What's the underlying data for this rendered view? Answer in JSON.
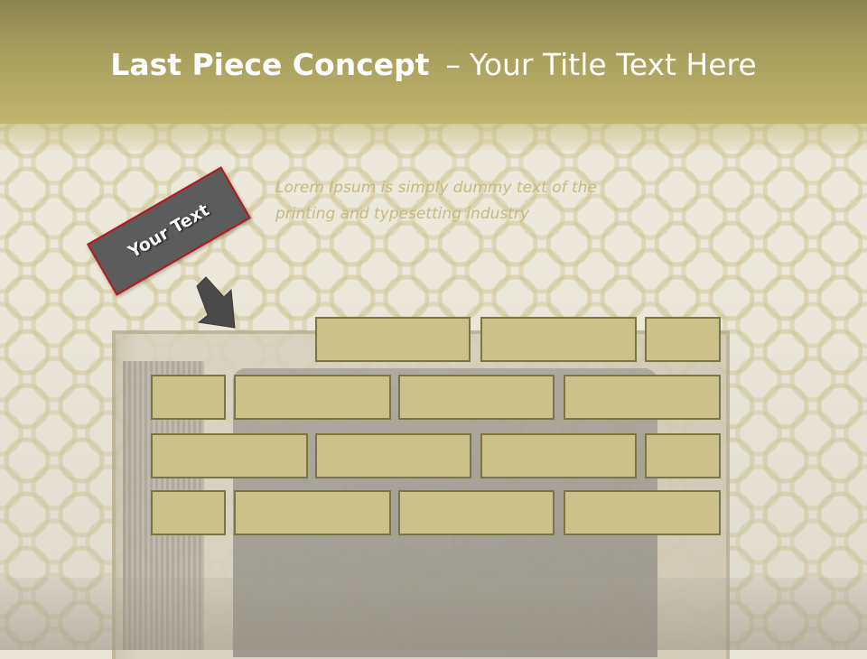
{
  "slide": {
    "title_bold": "Last Piece Concept",
    "title_separator": "–",
    "title_rest": "Your Title Text Here",
    "body_text_line1": "Lorem Ipsum is simply dummy text of the",
    "body_text_line2": "printing and typesetting industry",
    "tag_label": "Your Text"
  },
  "colors": {
    "header": "#b0a562",
    "brick_fill": "#cbc189",
    "brick_border": "#7b7447",
    "tag_fill": "#5c5c5c",
    "tag_border": "#b8171b",
    "body_text": "#c6b97d"
  },
  "icons": {
    "arrow": "down-right-arrow-icon"
  }
}
